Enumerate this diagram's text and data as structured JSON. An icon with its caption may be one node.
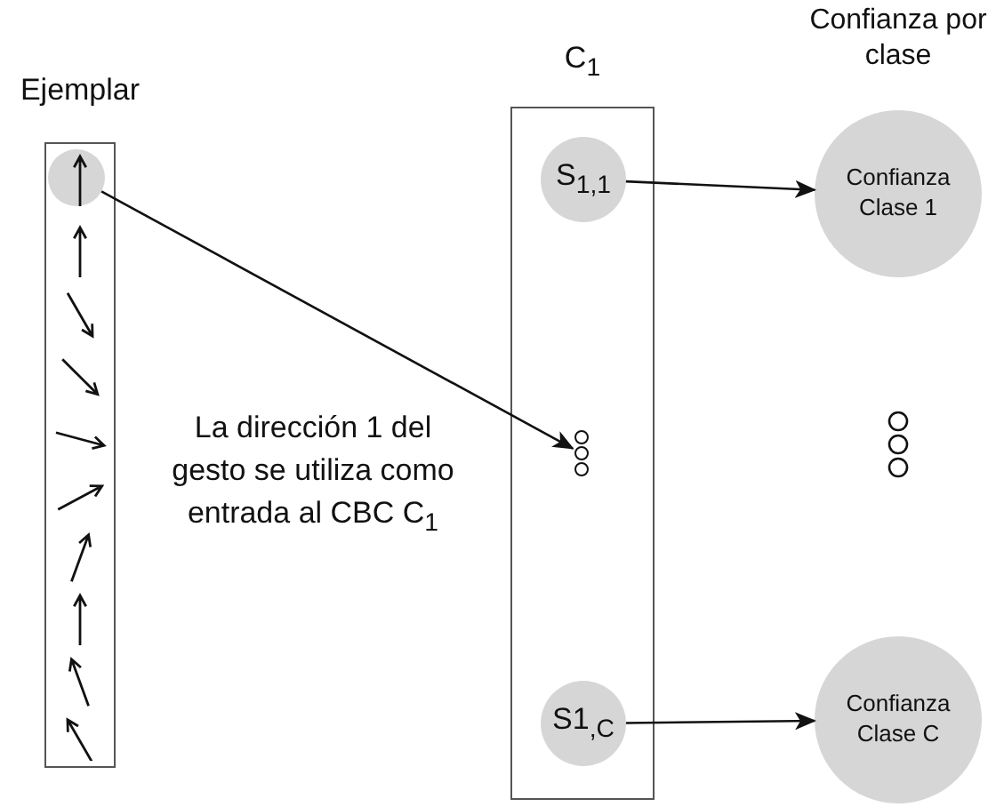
{
  "diagram": {
    "nodes": [
      {
        "text": [
          "Ejemplar"
        ]
      },
      {
        "text": [],
        "shape": "circle",
        "in": 0
      },
      {
        "text": [
          "C$_{1}$"
        ]
      },
      {
        "text": [
          "S$_{1,1}$"
        ],
        "in": 2
      },
      {
        "text": [],
        "shape": "dots",
        "in": 2
      },
      {
        "text": [
          "S1$_{,C}$"
        ],
        "in": 2
      },
      {
        "text": [
          "Confianza Clase 1"
        ]
      },
      {
        "text": [
          "Confianza Clase C"
        ]
      }
    ],
    "edges": [
      {
        "from": 1,
        "to": 4,
        "arrow": "to"
      },
      {
        "from": 3,
        "to": 6,
        "arrow": "to"
      },
      {
        "from": 5,
        "to": 7,
        "arrow": "to"
      }
    ],
    "labels": [
      "Confianza por clase",
      "La dirección 1 del gesto se utiliza como entrada al CBC C$_{1}$"
    ]
  }
}
